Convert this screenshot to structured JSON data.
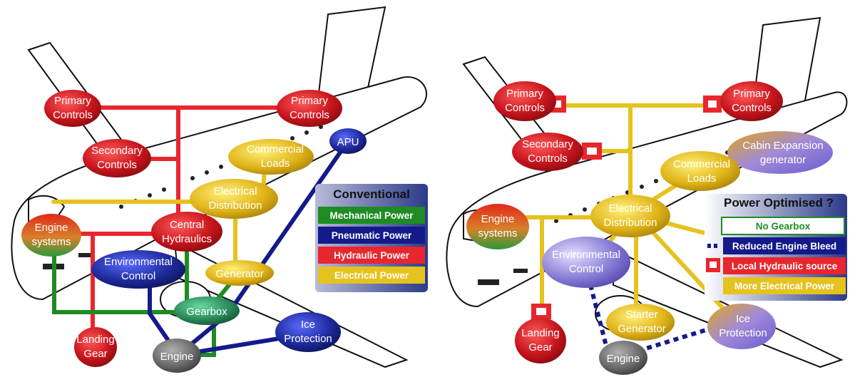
{
  "colors": {
    "mechanical": "#1e8c22",
    "pneumatic": "#141a8a",
    "hydraulic": "#e8262e",
    "electrical": "#e6c21e",
    "node_red": "#c8141c",
    "node_yellow": "#e0b418",
    "node_blue": "#1e2a9a",
    "node_lavender": "#8c82d8",
    "node_grey": "#6a6a6a",
    "node_green": "#2a8a5a"
  },
  "left": {
    "nodes": {
      "primary_controls_left": [
        "Primary",
        "Controls"
      ],
      "primary_controls_right": [
        "Primary",
        "Controls"
      ],
      "secondary_controls": [
        "Secondary",
        "Controls"
      ],
      "commercial_loads": [
        "Commercial",
        "Loads"
      ],
      "apu": [
        "APU"
      ],
      "electrical_distribution": [
        "Electrical",
        "Distribution"
      ],
      "engine_systems": [
        "Engine",
        "systems"
      ],
      "central_hydraulics": [
        "Central",
        "Hydraulics"
      ],
      "environmental_control": [
        "Environmental",
        "Control"
      ],
      "generator": [
        "Generator"
      ],
      "gearbox": [
        "Gearbox"
      ],
      "landing_gear": [
        "Landing",
        "Gear"
      ],
      "engine": [
        "Engine"
      ],
      "ice_protection": [
        "Ice",
        "Protection"
      ]
    },
    "legend": {
      "title": "Conventional",
      "items": [
        "Mechanical Power",
        "Pneumatic Power",
        "Hydraulic Power",
        "Electrical Power"
      ]
    }
  },
  "right": {
    "nodes": {
      "primary_controls_left": [
        "Primary",
        "Controls"
      ],
      "primary_controls_right": [
        "Primary",
        "Controls"
      ],
      "secondary_controls": [
        "Secondary",
        "Controls"
      ],
      "cabin_expansion": [
        "Cabin Expansion",
        "generator"
      ],
      "commercial_loads": [
        "Commercial",
        "Loads"
      ],
      "engine_systems": [
        "Engine",
        "systems"
      ],
      "electrical_distribution": [
        "Electrical",
        "Distribution"
      ],
      "environmental_control": [
        "Environmental",
        "Control"
      ],
      "starter_generator": [
        "Starter",
        "Generator"
      ],
      "ice_protection": [
        "Ice",
        "Protection"
      ],
      "landing_gear": [
        "Landing",
        "Gear"
      ],
      "engine": [
        "Engine"
      ]
    },
    "legend": {
      "title": "Power Optimised ?",
      "items": [
        "No Gearbox",
        "Reduced Engine Bleed",
        "Local Hydraulic source",
        "More Electrical Power"
      ]
    }
  }
}
